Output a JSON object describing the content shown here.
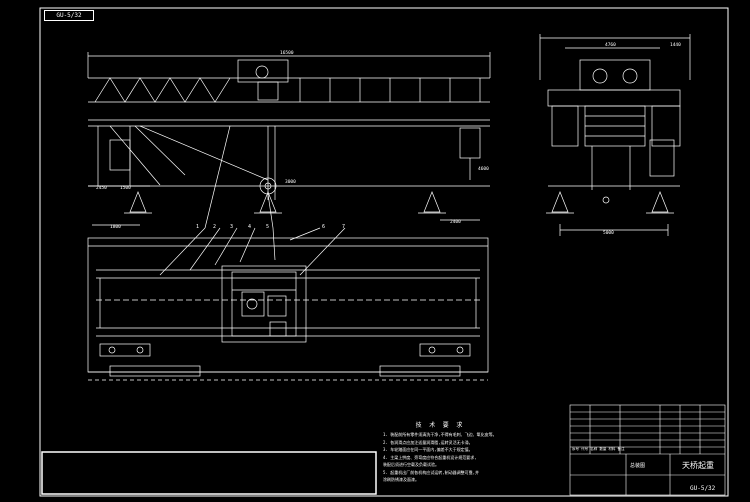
{
  "drawing_code_tag": "GU-5/32",
  "spec_title": "技 术 要 求",
  "notes": [
    "1. 装配前所有零件须清洗干净,不得有毛刺、飞边、氧化皮等。",
    "2. 各润滑点应加注适量润滑脂,运转灵活无卡滞。",
    "3. 车轮踏面应在同一平面内,偏差不大于规定值。",
    "4. 主梁上拱度、旁弯度应符合起重机设计规范要求,",
    "   装配后须进行空载及负载试验。",
    "5. 起重机出厂前各机构应试运转,制动器调整可靠,并",
    "   涂刷防锈漆及面漆。"
  ],
  "title_block": {
    "name": "天桥起重",
    "drawing_code": "GU-5/32",
    "label_left": "总装图",
    "parts_header": "序号 代号 名称 数量 材料 备注"
  },
  "dimension_labels": {
    "top_span": "16500",
    "left_a": "2450",
    "left_b": "1500",
    "left_c": "1800",
    "right_a": "2400",
    "right_b": "4600",
    "side_top": "4760",
    "side_top2": "1440",
    "side_bottom": "5000",
    "height": "3000"
  },
  "part_numbers": [
    "1",
    "2",
    "3",
    "4",
    "5",
    "6",
    "7"
  ]
}
